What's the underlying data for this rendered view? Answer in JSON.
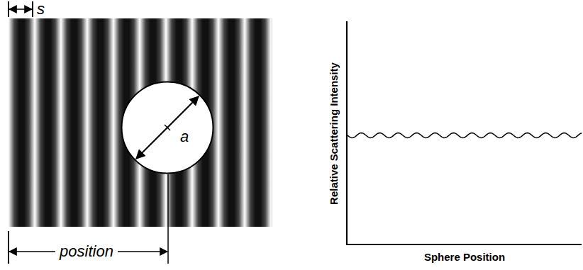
{
  "diagram": {
    "nodes": [
      {
        "text": [
          "a"
        ]
      }
    ],
    "labels": [
      "s",
      "position",
      "Relative Scattering Intensity",
      "Sphere Position"
    ]
  }
}
